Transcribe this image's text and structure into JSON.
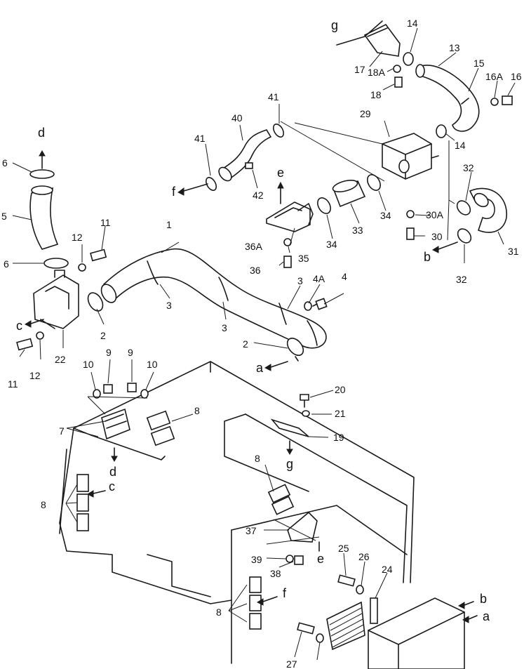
{
  "callouts": {
    "c1": "1",
    "c2a": "2",
    "c2b": "2",
    "c3a": "3",
    "c3b": "3",
    "c3c": "3",
    "c4": "4",
    "c4A": "4A",
    "c5": "5",
    "c6a": "6",
    "c6b": "6",
    "c7": "7",
    "c8a": "8",
    "c8b": "8",
    "c8c": "8",
    "c8d": "8",
    "c9a": "9",
    "c9b": "9",
    "c10a": "10",
    "c10b": "10",
    "c11a": "11",
    "c11b": "11",
    "c12a": "12",
    "c12b": "12",
    "c13": "13",
    "c14a": "14",
    "c14b": "14",
    "c15": "15",
    "c16": "16",
    "c16A": "16A",
    "c17": "17",
    "c18": "18",
    "c18A": "18A",
    "c19": "19",
    "c20": "20",
    "c21": "21",
    "c22": "22",
    "c24": "24",
    "c25": "25",
    "c26": "26",
    "c27": "27",
    "c29": "29",
    "c30": "30",
    "c30A": "30A",
    "c31": "31",
    "c32a": "32",
    "c32b": "32",
    "c33": "33",
    "c34a": "34",
    "c34b": "34",
    "c35": "35",
    "c36": "36",
    "c36A": "36A",
    "c37": "37",
    "c38": "38",
    "c39": "39",
    "c40": "40",
    "c41a": "41",
    "c41b": "41",
    "c42": "42"
  },
  "refs": {
    "a1": "a",
    "a2": "a",
    "b1": "b",
    "b2": "b",
    "c1": "c",
    "c2": "c",
    "d1": "d",
    "d2": "d",
    "e1": "e",
    "e2": "e",
    "f1": "f",
    "f2": "f",
    "g1": "g",
    "g2": "g"
  }
}
